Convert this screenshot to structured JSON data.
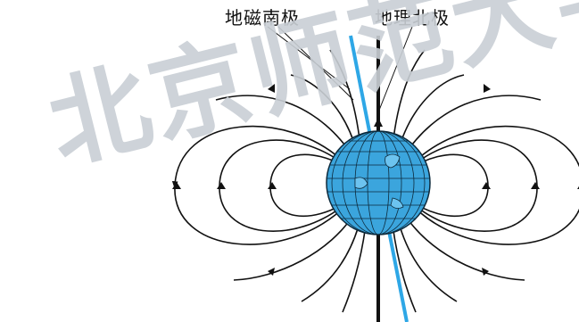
{
  "labels": {
    "geomagnetic_south_pole": "地磁南极",
    "geographic_north_pole": "地理北极"
  },
  "watermark": {
    "text": "北京师范大学出",
    "color": "#c9cfd5"
  },
  "colors": {
    "earth_fill": "#3ba5dd",
    "earth_grid": "#0d2a3c",
    "magnetic_axis": "#2ea7e6",
    "geographic_axis": "#111111",
    "field_lines": "#111111"
  },
  "icons": {
    "earth": "globe-icon",
    "arrow": "arrowhead-icon"
  }
}
